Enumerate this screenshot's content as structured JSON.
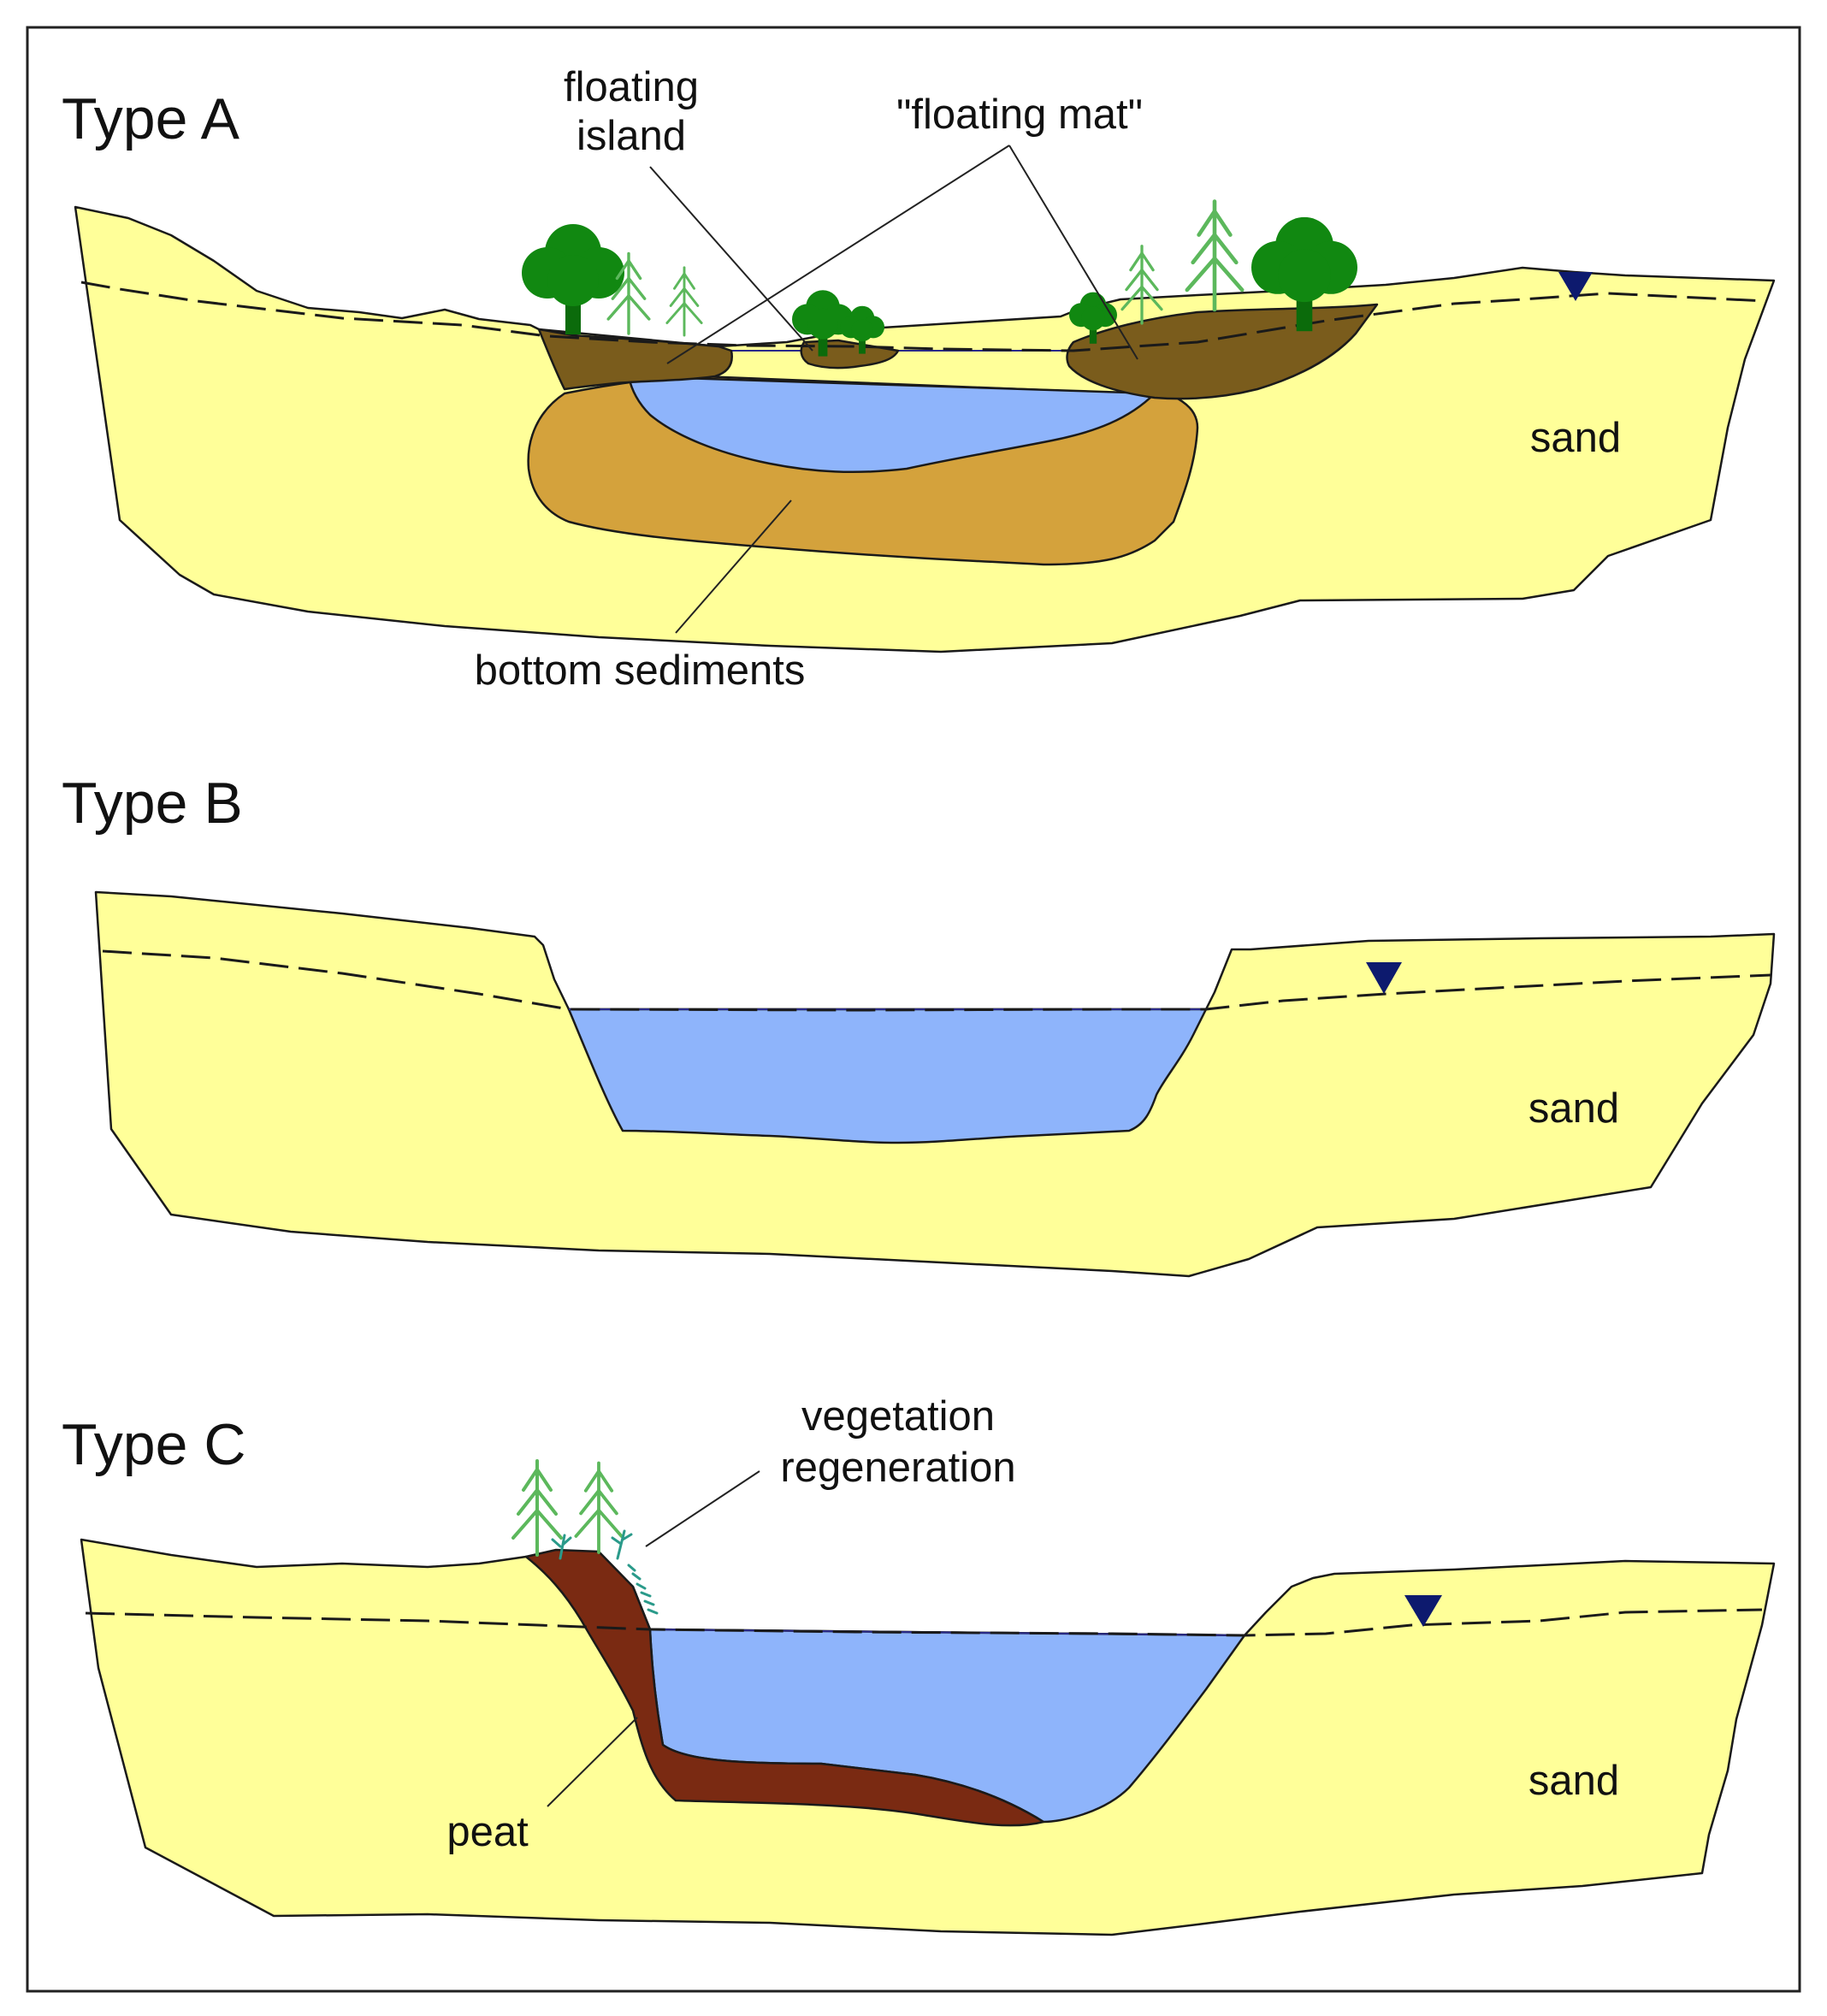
{
  "panels": [
    {
      "id": "type-a",
      "title": "Type A",
      "labels": {
        "floating_island": [
          "floating",
          "island"
        ],
        "floating_mat": "\"floating mat\"",
        "bottom_sediments": "bottom sediments",
        "sand": "sand"
      }
    },
    {
      "id": "type-b",
      "title": "Type B",
      "labels": {
        "sand": "sand"
      }
    },
    {
      "id": "type-c",
      "title": "Type C",
      "labels": {
        "vegetation_regeneration": [
          "vegetation",
          "regeneration"
        ],
        "peat": "peat",
        "sand": "sand"
      }
    }
  ],
  "colors": {
    "sand": "#ffff99",
    "water": "#8eb4fb",
    "floating_mat": "#7a5c1c",
    "bottom_sediments": "#d4a23c",
    "peat": "#7a2a12",
    "deciduous_tree": "#118811",
    "conifer": "#5cb85c",
    "regeneration": "#2a9a8a",
    "water_table_marker": "#0d1a6e"
  },
  "icons": [
    "deciduous-tree-icon",
    "conifer-tree-icon",
    "water-table-marker-icon",
    "regeneration-sprouts-icon"
  ]
}
